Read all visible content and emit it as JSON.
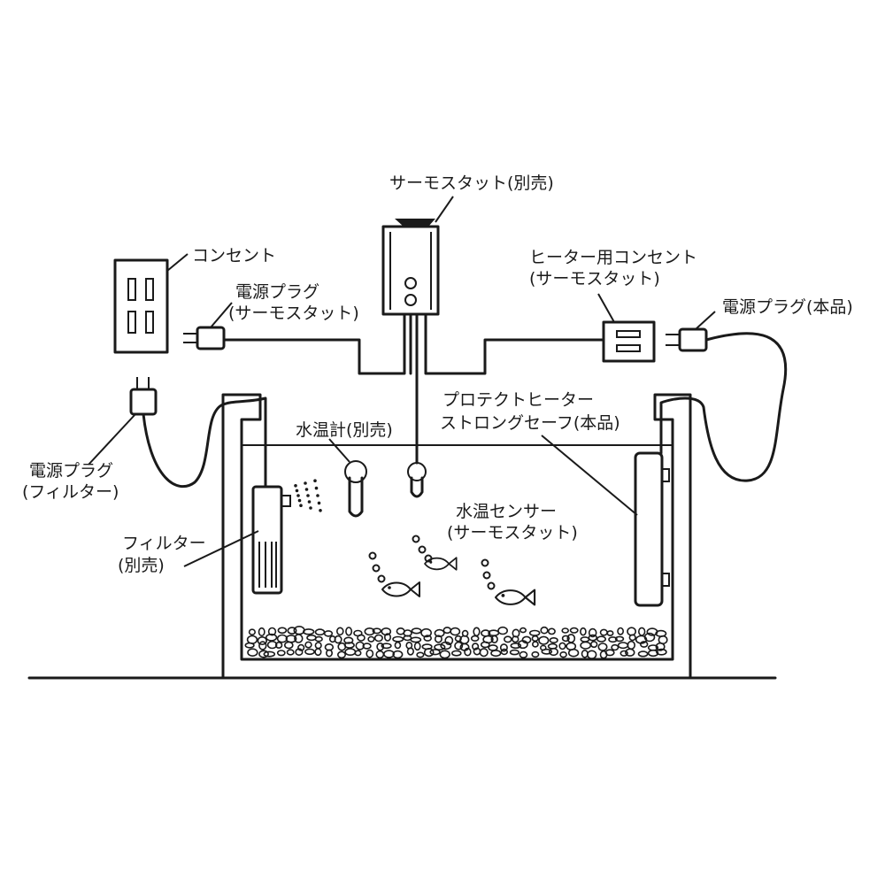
{
  "colors": {
    "line": "#1a1a1a",
    "background": "#ffffff"
  },
  "labels": {
    "thermostat": "サーモスタット(別売)",
    "outlet": "コンセント",
    "thermostat_plug_line1": "電源プラグ",
    "thermostat_plug_line2": "(サーモスタット)",
    "heater_outlet_line1": "ヒーター用コンセント",
    "heater_outlet_line2": "(サーモスタット)",
    "heater_plug": "電源プラグ(本品)",
    "filter_plug_line1": "電源プラグ",
    "filter_plug_line2": "(フィルター)",
    "water_thermometer": "水温計(別売)",
    "heater_line1": "プロテクトヒーター",
    "heater_line2": "ストロングセーフ(本品)",
    "sensor_line1": "水温センサー",
    "sensor_line2": "(サーモスタット)",
    "filter_line1": "フィルター",
    "filter_line2": "(別売)"
  },
  "icons": {
    "outlet": "wall-outlet-icon",
    "plug": "power-plug-icon",
    "thermostat": "thermostat-icon",
    "heater": "heater-icon",
    "filter": "filter-icon",
    "thermometer": "thermometer-icon",
    "sensor": "sensor-icon",
    "fish": "fish-icon"
  }
}
